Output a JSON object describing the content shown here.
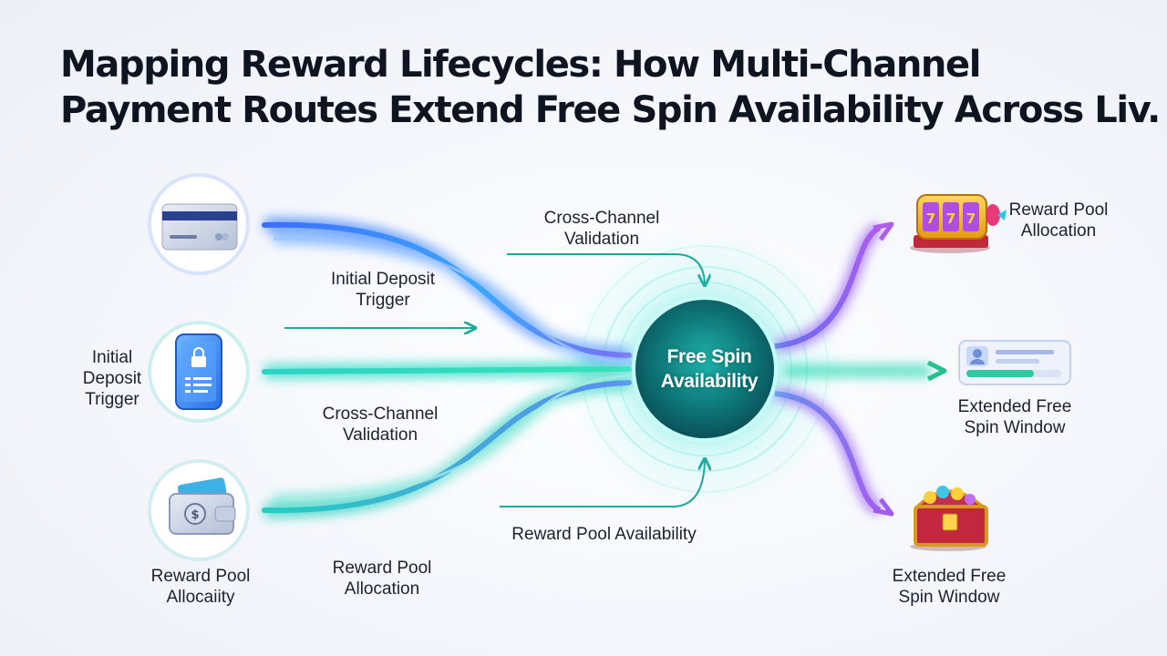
{
  "title": {
    "line1": "Mapping Reward Lifecycles: How Multi-Channel",
    "line2": "Payment Routes Extend Free Spin Availability Across Liv."
  },
  "hub": {
    "line1": "Free Spin",
    "line2": "Availability"
  },
  "left_labels": {
    "phone": {
      "line1": "Initial",
      "line2": "Deposit",
      "line3": "Trigger"
    },
    "wallet": {
      "line1": "Reward Pool",
      "line2": "Allocaiity"
    }
  },
  "path_labels": {
    "initial_deposit": {
      "line1": "Initial Deposit",
      "line2": "Trigger"
    },
    "cross_channel_top": {
      "line1": "Cross-Channel",
      "line2": "Validation"
    },
    "cross_channel_mid": {
      "line1": "Cross-Channel",
      "line2": "Validation"
    },
    "reward_pool_availability": "Reward Pool Availability",
    "reward_pool_allocation": {
      "line1": "Reward Pool",
      "line2": "Allocation"
    }
  },
  "right_labels": {
    "slot": {
      "line1": "Reward Pool",
      "line2": "Allocation"
    },
    "card": {
      "line1": "Extended Free",
      "line2": "Spin Window"
    },
    "chest": {
      "line1": "Extended Free",
      "line2": "Spin Window"
    }
  },
  "icons": {
    "top_left": "credit-card-icon",
    "middle_left": "smartphone-lock-icon",
    "bottom_left": "wallet-icon",
    "top_right": "slot-machine-icon",
    "middle_right": "profile-card-icon",
    "bottom_right": "treasure-chest-icon"
  },
  "colors": {
    "blue_route": "#3d7dff",
    "teal_route": "#27d6c0",
    "purple_route": "#9a5cf0",
    "arrow": "#1aa99a",
    "hub": "#0c6d6f"
  }
}
